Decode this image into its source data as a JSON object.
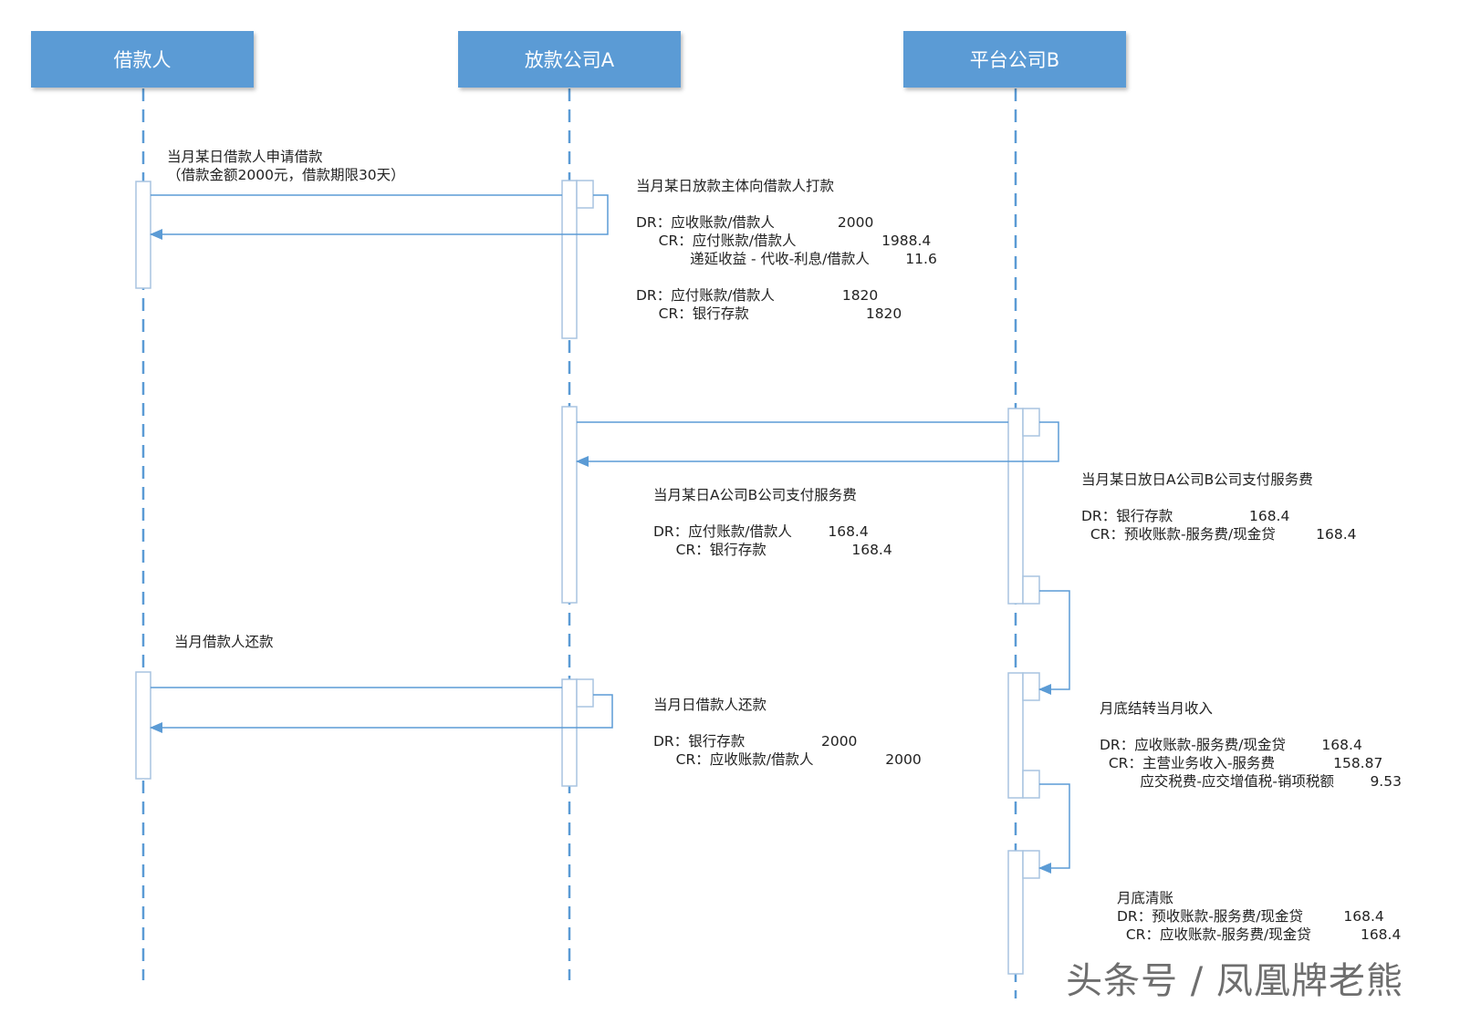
{
  "lanes": [
    {
      "id": "borrower",
      "title": "借款人"
    },
    {
      "id": "lender",
      "title": "放款公司A"
    },
    {
      "id": "platform",
      "title": "平台公司B"
    }
  ],
  "notes": {
    "borrower_apply": "当月某日借款人申请借款\n（借款金额2000元，借款期限30天）",
    "lender_disburse": "当月某日放款主体向借款人打款\n\nDR：应收账款/借款人              2000\n     CR：应付账款/借款人                   1988.4\n            递延收益 - 代收-利息/借款人        11.6\n\nDR：应付账款/借款人               1820\n     CR：银行存款                          1820",
    "lender_pay_fee": "当月某日A公司B公司支付服务费\n\nDR：应付账款/借款人        168.4\n     CR：银行存款                   168.4",
    "platform_receive_fee": "当月某日放日A公司B公司支付服务费\n\nDR：银行存款                 168.4\n  CR：预收账款-服务费/现金贷         168.4",
    "borrower_repay": "当月借款人还款",
    "lender_repay": "当月日借款人还款\n\nDR：银行存款                 2000\n     CR：应收账款/借款人                2000",
    "platform_month_end_income": "月底结转当月收入\n\nDR：应收账款-服务费/现金贷        168.4\n  CR：主营业务收入-服务费             158.87\n         应交税费-应交增值税-销项税额        9.53",
    "platform_month_end_clear": "月底清账\nDR：预收账款-服务费/现金贷         168.4\n  CR：应收账款-服务费/现金贷           168.4"
  },
  "watermark": "头条号 / 凤凰牌老熊",
  "colors": {
    "header": "#5b9bd5",
    "line": "#5b9bd5",
    "activation_border": "#a9c4e0"
  }
}
